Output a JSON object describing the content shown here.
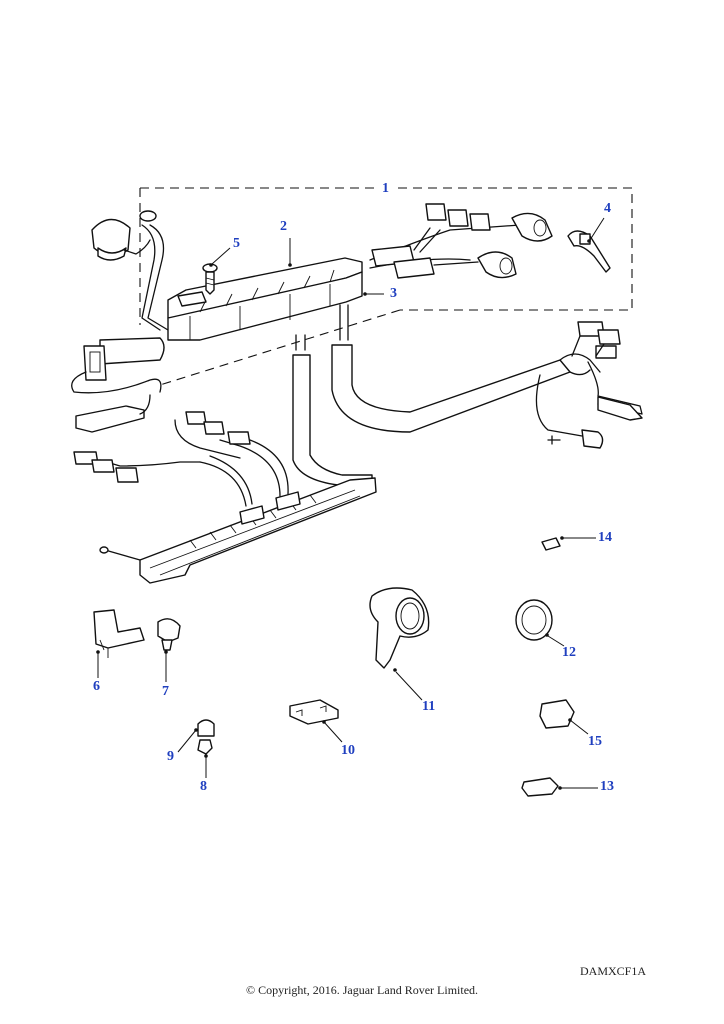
{
  "diagram": {
    "callouts": [
      {
        "id": "1",
        "label": "1"
      },
      {
        "id": "2",
        "label": "2"
      },
      {
        "id": "3",
        "label": "3"
      },
      {
        "id": "4",
        "label": "4"
      },
      {
        "id": "5",
        "label": "5"
      },
      {
        "id": "6",
        "label": "6"
      },
      {
        "id": "7",
        "label": "7"
      },
      {
        "id": "8",
        "label": "8"
      },
      {
        "id": "9",
        "label": "9"
      },
      {
        "id": "10",
        "label": "10"
      },
      {
        "id": "11",
        "label": "11"
      },
      {
        "id": "12",
        "label": "12"
      },
      {
        "id": "13",
        "label": "13"
      },
      {
        "id": "14",
        "label": "14"
      },
      {
        "id": "15",
        "label": "15"
      }
    ],
    "drawing_code": "DAMXCF1A",
    "copyright": "© Copyright, 2016. Jaguar Land Rover Limited.",
    "callout_color": "#1f3fbf"
  }
}
